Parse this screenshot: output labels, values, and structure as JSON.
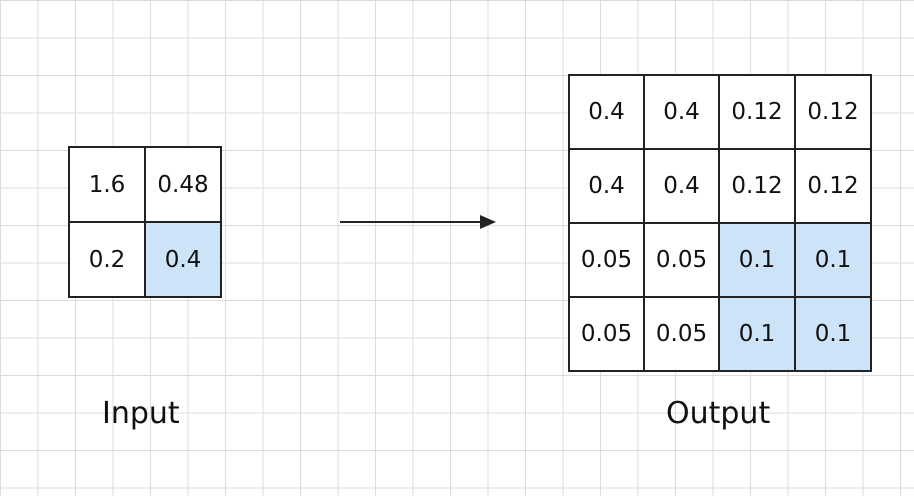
{
  "input": {
    "label": "Input",
    "cells": [
      [
        "1.6",
        "0.48"
      ],
      [
        "0.2",
        "0.4"
      ]
    ],
    "highlighted": [
      [
        1,
        1
      ]
    ]
  },
  "output": {
    "label": "Output",
    "cells": [
      [
        "0.4",
        "0.4",
        "0.12",
        "0.12"
      ],
      [
        "0.4",
        "0.4",
        "0.12",
        "0.12"
      ],
      [
        "0.05",
        "0.05",
        "0.1",
        "0.1"
      ],
      [
        "0.05",
        "0.05",
        "0.1",
        "0.1"
      ]
    ],
    "highlighted": [
      [
        2,
        2
      ],
      [
        2,
        3
      ],
      [
        3,
        2
      ],
      [
        3,
        3
      ]
    ]
  },
  "colors": {
    "highlight": "#cce3f8",
    "border": "#222222",
    "grid": "#dcdcdc"
  },
  "icons": {
    "arrow": "right-arrow-icon"
  }
}
